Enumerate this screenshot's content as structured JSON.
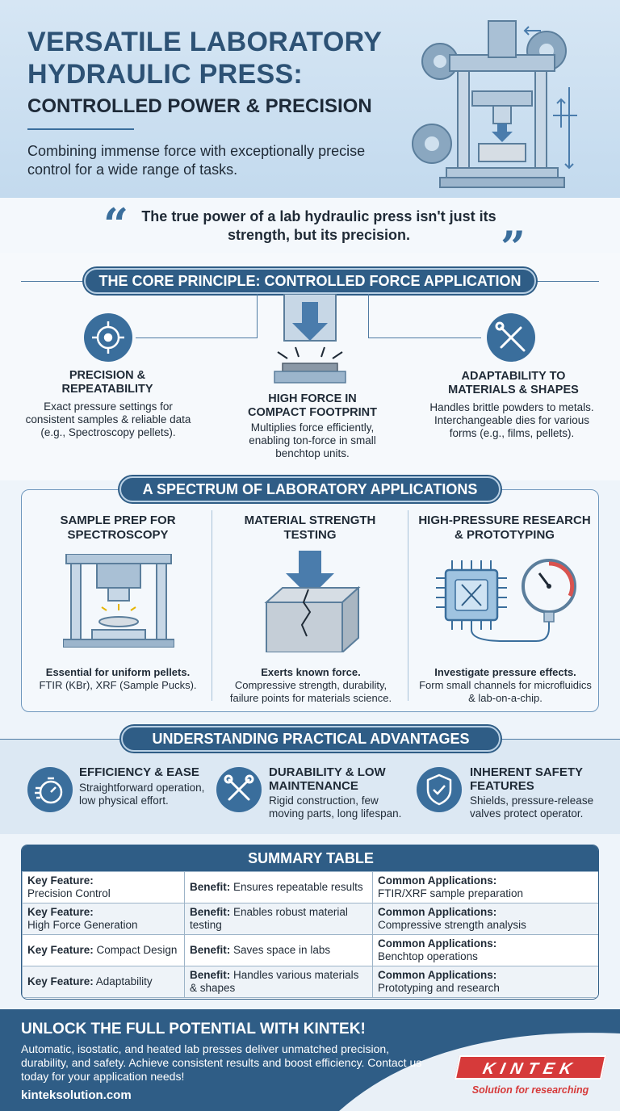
{
  "header": {
    "title": "VERSATILE LABORATORY HYDRAULIC PRESS:",
    "subtitle": "CONTROLLED POWER & PRECISION",
    "description": "Combining immense force with exceptionally precise control for a wide range of tasks."
  },
  "quote": {
    "text": "The true power of a lab hydraulic press isn't just its strength, but its precision.",
    "open_mark": "“",
    "close_mark": "”"
  },
  "core": {
    "heading": "THE CORE PRINCIPLE: CONTROLLED FORCE APPLICATION",
    "features": [
      {
        "icon": "crosshair-icon",
        "title": "PRECISION & REPEATABILITY",
        "text": "Exact pressure settings for consistent samples & reliable data (e.g., Spectroscopy pellets)."
      },
      {
        "icon": "press-force-icon",
        "title": "HIGH FORCE IN COMPACT FOOTPRINT",
        "text": "Multiplies force efficiently, enabling ton-force in small benchtop units."
      },
      {
        "icon": "tools-icon",
        "title": "ADAPTABILITY TO MATERIALS & SHAPES",
        "text": "Handles brittle powders to metals. Interchangeable dies for various forms (e.g., films, pellets)."
      }
    ]
  },
  "applications": {
    "heading": "A SPECTRUM OF LABORATORY APPLICATIONS",
    "items": [
      {
        "title": "SAMPLE PREP FOR SPECTROSCOPY",
        "text_bold": "Essential for uniform pellets.",
        "text": "FTIR (KBr), XRF (Sample Pucks)."
      },
      {
        "title": "MATERIAL STRENGTH TESTING",
        "text_bold": "Exerts known force.",
        "text": "Compressive strength, durability, failure points for materials science."
      },
      {
        "title": "HIGH-PRESSURE RESEARCH & PROTOTYPING",
        "text_bold": "Investigate pressure effects.",
        "text": "Form small channels for microfluidics & lab-on-a-chip."
      }
    ]
  },
  "advantages": {
    "heading": "UNDERSTANDING PRACTICAL ADVANTAGES",
    "items": [
      {
        "icon": "stopwatch-icon",
        "title": "EFFICIENCY & EASE",
        "text": "Straightforward operation, low physical effort."
      },
      {
        "icon": "wrench-screwdriver-icon",
        "title": "DURABILITY & LOW MAINTENANCE",
        "text": "Rigid construction, few moving parts, long lifespan."
      },
      {
        "icon": "shield-check-icon",
        "title": "INHERENT SAFETY FEATURES",
        "text": "Shields, pressure-release valves protect operator."
      }
    ]
  },
  "summary": {
    "heading": "SUMMARY TABLE",
    "label_feature": "Key Feature:",
    "label_benefit": "Benefit:",
    "label_applications": "Common Applications:",
    "rows": [
      {
        "feature": "Precision Control",
        "benefit": "Ensures repeatable results",
        "applications": "FTIR/XRF sample preparation"
      },
      {
        "feature": "High Force Generation",
        "benefit": "Enables robust material testing",
        "applications": "Compressive strength analysis"
      },
      {
        "feature": "Compact Design",
        "benefit": "Saves space in labs",
        "applications": "Benchtop operations"
      },
      {
        "feature": "Adaptability",
        "benefit": "Handles various materials & shapes",
        "applications": "Prototyping and research"
      }
    ]
  },
  "footer": {
    "title": "UNLOCK THE FULL POTENTIAL WITH KINTEK!",
    "text": "Automatic, isostatic, and heated lab presses deliver unmatched precision, durability, and safety. Achieve consistent results and boost efficiency. Contact us today for your application needs!",
    "site": "kinteksolution.com",
    "logo": "KINTEK",
    "tagline": "Solution for researching"
  },
  "colors": {
    "primary": "#2f5d86",
    "accent": "#3a6e9c",
    "logo_red": "#d63a3a",
    "gauge_red": "#d9534f"
  }
}
